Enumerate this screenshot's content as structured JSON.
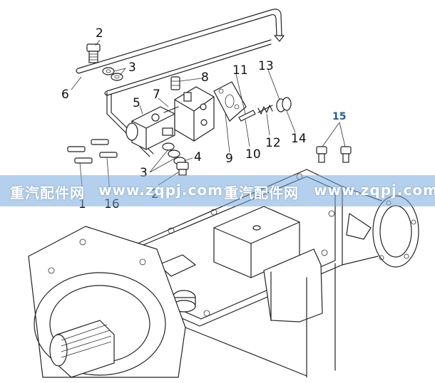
{
  "callouts": [
    {
      "id": "c1",
      "text": "1"
    },
    {
      "id": "c2a",
      "text": "2"
    },
    {
      "id": "c2b",
      "text": "2"
    },
    {
      "id": "c3a",
      "text": "3"
    },
    {
      "id": "c3b",
      "text": "3"
    },
    {
      "id": "c4",
      "text": "4"
    },
    {
      "id": "c5",
      "text": "5"
    },
    {
      "id": "c6",
      "text": "6"
    },
    {
      "id": "c7",
      "text": "7"
    },
    {
      "id": "c8",
      "text": "8"
    },
    {
      "id": "c9",
      "text": "9"
    },
    {
      "id": "c10",
      "text": "10"
    },
    {
      "id": "c11",
      "text": "11"
    },
    {
      "id": "c12",
      "text": "12"
    },
    {
      "id": "c13",
      "text": "13"
    },
    {
      "id": "c14",
      "text": "14"
    },
    {
      "id": "c15",
      "text": "15"
    },
    {
      "id": "c16",
      "text": "16"
    }
  ],
  "watermark": {
    "segments": [
      "重汽配件网",
      "www.zqpj.com",
      "重汽配件网",
      "www.zqpj.com"
    ],
    "band_color": "#7aa9d8"
  },
  "colors": {
    "line": "#222222",
    "accent_label": "#2f5d8a"
  }
}
